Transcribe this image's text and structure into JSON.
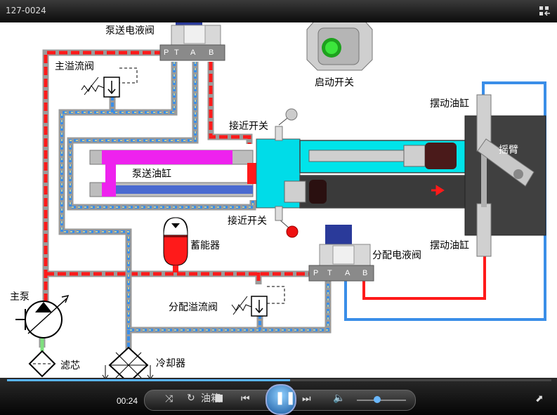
{
  "window": {
    "title": "127-0024"
  },
  "labels": {
    "pump_valve": "泵送电液阀",
    "main_relief": "主溢流阀",
    "start_switch": "启动开关",
    "swing_cyl_top": "摆动油缸",
    "proximity_top": "接近开关",
    "rocker": "摇臂",
    "pump_cyl": "泵送油缸",
    "proximity_bottom": "接近开关",
    "accumulator": "蓄能器",
    "dist_valve": "分配电液阀",
    "swing_cyl_bottom": "摆动油缸",
    "main_pump": "主泵",
    "dist_relief": "分配溢流阀",
    "filter": "滤芯",
    "cooler": "冷却器",
    "tank": "油箱"
  },
  "ports": [
    "P",
    "T",
    "A",
    "B"
  ],
  "player": {
    "time": "00:24",
    "progress": 0.52,
    "volume": 0.42
  },
  "colors": {
    "pressure": "#ff1a1a",
    "return": "#3a8ee8",
    "cyan": "#00e4ea",
    "magenta": "#ee22ee",
    "tank_oil": "#2a9a2a"
  }
}
